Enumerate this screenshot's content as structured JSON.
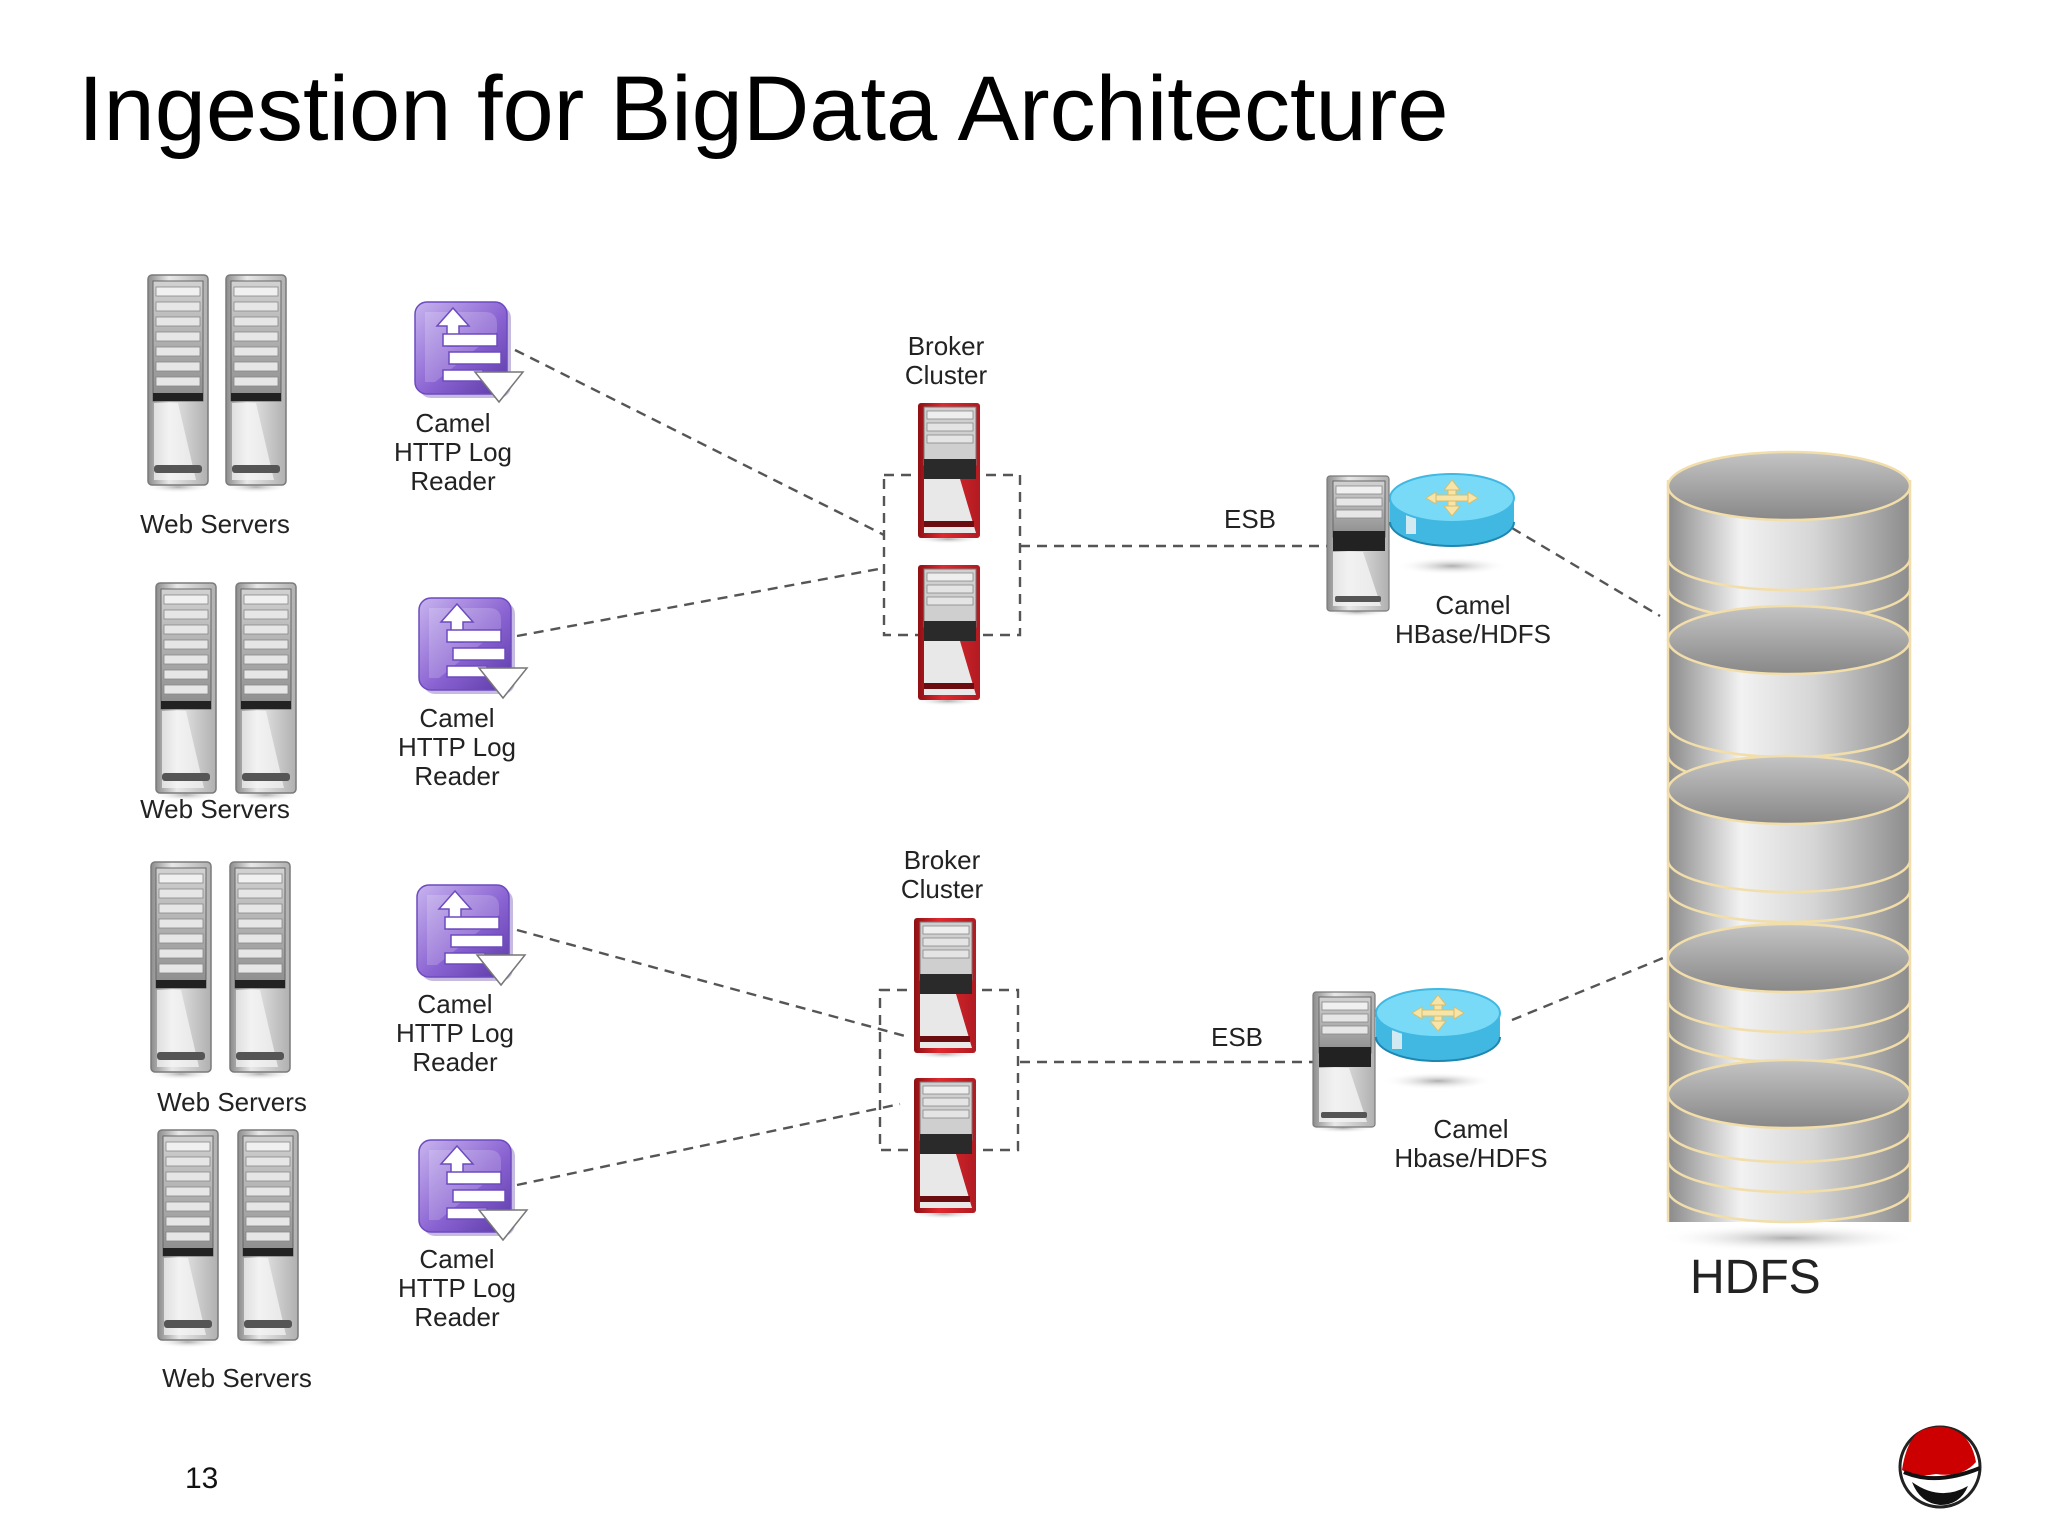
{
  "slide": {
    "title": "Ingestion for BigData Architecture",
    "page_number": "13"
  },
  "web_servers": [
    {
      "label": "Web Servers"
    },
    {
      "label": "Web Servers"
    },
    {
      "label": "Web Servers"
    },
    {
      "label": "Web Servers"
    }
  ],
  "log_readers": [
    {
      "lines": [
        "Camel",
        "HTTP Log",
        "Reader"
      ]
    },
    {
      "lines": [
        "Camel",
        "HTTP Log",
        "Reader"
      ]
    },
    {
      "lines": [
        "Camel",
        "HTTP Log",
        "Reader"
      ]
    },
    {
      "lines": [
        "Camel",
        "HTTP Log",
        "Reader"
      ]
    }
  ],
  "brokers": [
    {
      "lines": [
        "Broker",
        "Cluster"
      ]
    },
    {
      "lines": [
        "Broker",
        "Cluster"
      ]
    }
  ],
  "esb": [
    {
      "label": "ESB",
      "consumer_lines": [
        "Camel",
        "HBase/HDFS"
      ]
    },
    {
      "label": "ESB",
      "consumer_lines": [
        "Camel",
        "Hbase/HDFS"
      ]
    }
  ],
  "storage": {
    "label": "HDFS"
  },
  "icons": {
    "server": "server-tower-icon",
    "reader": "camel-log-reader-icon",
    "broker": "broker-server-icon",
    "router": "router-icon",
    "storage": "database-cylinder-icon",
    "logo": "red-hat-logo-icon"
  },
  "colors": {
    "broker_red": "#d0232a",
    "router_blue": "#5fd0f0",
    "reader_purple": "#8a63d2",
    "hdfs_rim": "#f2deaa",
    "logo_red": "#cc0000"
  }
}
